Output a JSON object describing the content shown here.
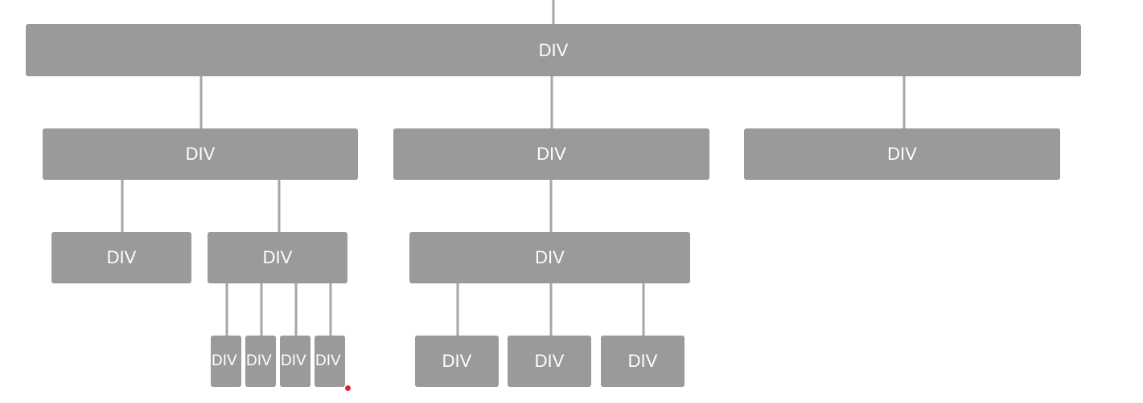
{
  "colors": {
    "node_fill": "#9a9a9a",
    "connector": "#a6a6a6",
    "node_text": "#ffffff",
    "cursor_dot": "#e8202a"
  },
  "root": {
    "label": "DIV"
  },
  "level1": [
    {
      "label": "DIV"
    },
    {
      "label": "DIV"
    },
    {
      "label": "DIV"
    }
  ],
  "level2": [
    {
      "label": "DIV"
    },
    {
      "label": "DIV"
    },
    {
      "label": "DIV"
    }
  ],
  "level3": [
    {
      "label": "DIV"
    },
    {
      "label": "DIV"
    },
    {
      "label": "DIV"
    },
    {
      "label": "DIV"
    },
    {
      "label": "DIV"
    },
    {
      "label": "DIV"
    },
    {
      "label": "DIV"
    }
  ]
}
